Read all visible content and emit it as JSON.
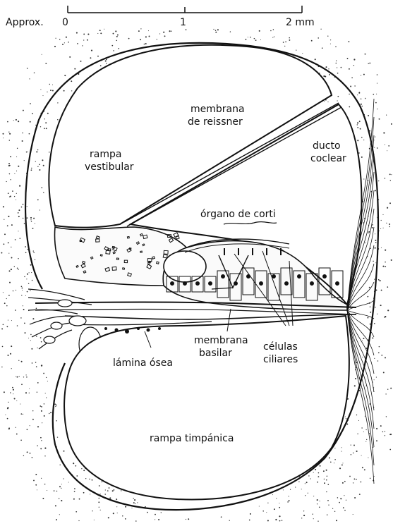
{
  "scale": {
    "prefix": "Approx.",
    "ticks": [
      "0",
      "1",
      "2 mm"
    ]
  },
  "labels": {
    "reissner_line1": "membrana",
    "reissner_line2": "de reissner",
    "vestibular_line1": "rampa",
    "vestibular_line2": "vestibular",
    "ducto_line1": "ducto",
    "ducto_line2": "coclear",
    "corti": "órgano de corti",
    "basilar_line1": "membrana",
    "basilar_line2": "basilar",
    "celulas_line1": "células",
    "celulas_line2": "ciliares",
    "lamina": "lámina ósea",
    "timpanica": "rampa timpánica"
  },
  "colors": {
    "ink": "#111111",
    "paper": "#ffffff",
    "bone_stipple": "#333333"
  }
}
